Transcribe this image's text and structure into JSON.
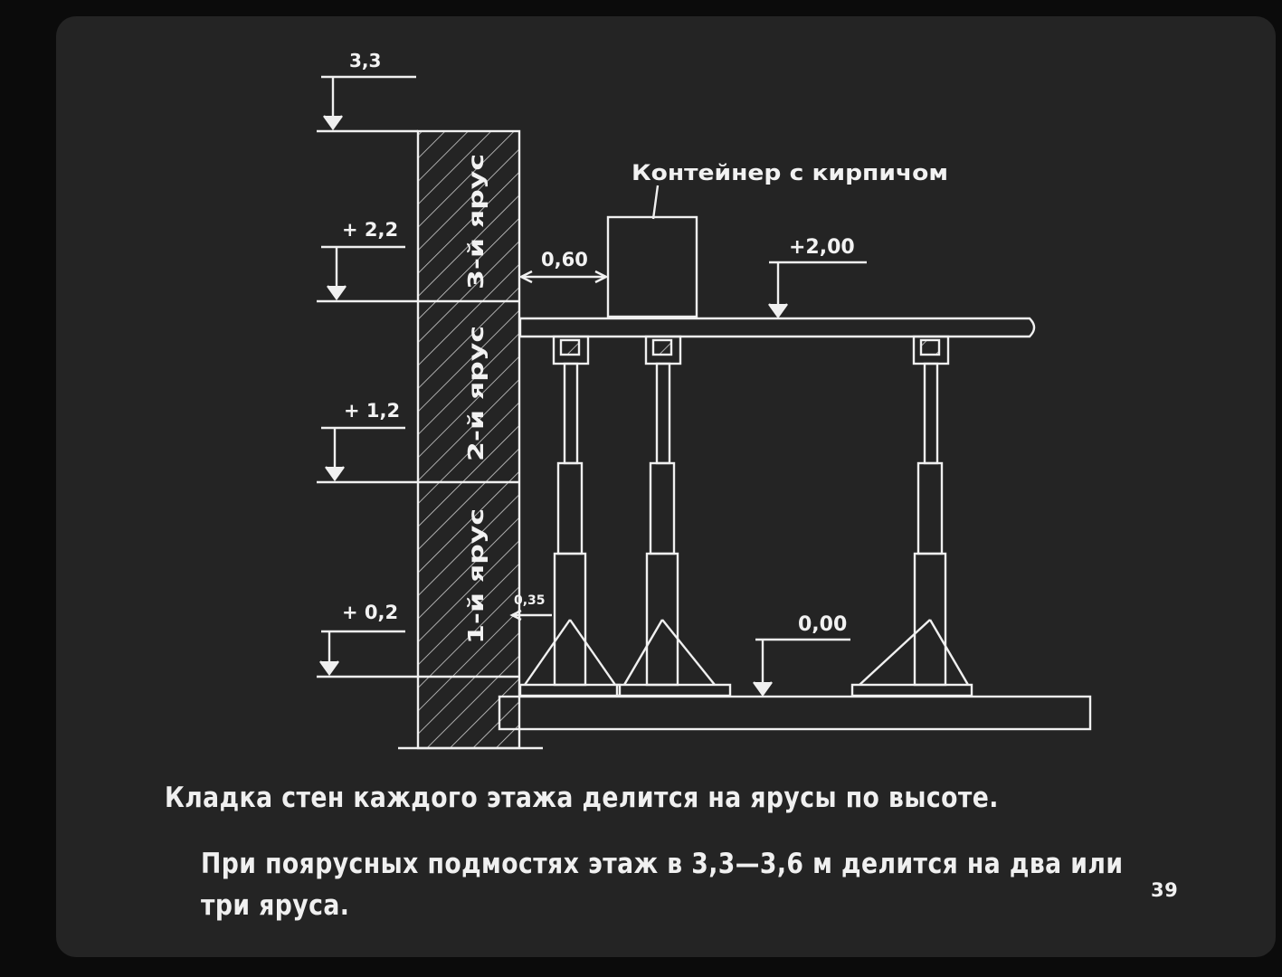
{
  "diagram": {
    "top_level": "3,3",
    "container_label": "Контейнер с кирпичом",
    "container_offset": "0,60",
    "platform_level": "+2,00",
    "floor_level": "0,00",
    "gap_dim": "0,35",
    "levels": [
      {
        "id": "level-2-2",
        "text": "+ 2,2"
      },
      {
        "id": "level-1-2",
        "text": "+ 1,2"
      },
      {
        "id": "level-0-2",
        "text": "+ 0,2"
      }
    ],
    "tiers": [
      {
        "id": "tier-3",
        "text": "3-й ярус"
      },
      {
        "id": "tier-2",
        "text": "2-й ярус"
      },
      {
        "id": "tier-1",
        "text": "1-й ярус"
      }
    ]
  },
  "caption": {
    "main": "Кладка стен каждого этажа делится на ярусы по высоте.",
    "sub": "При поярусных подмостях этаж в 3,3—3,6 м делится на два или три яруса."
  },
  "page_number": "39"
}
